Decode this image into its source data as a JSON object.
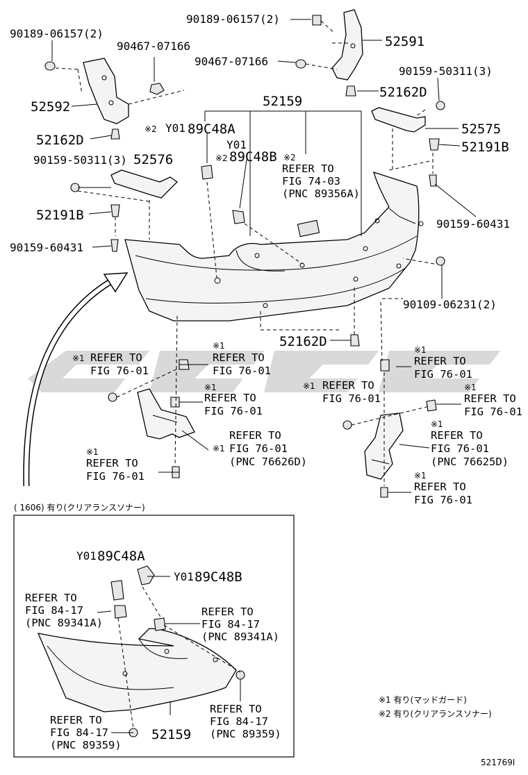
{
  "main": {
    "labels": {
      "p90189_tl": "90189-06157(2)",
      "p90467_l": "90467-07166",
      "p52592": "52592",
      "p52162d_l": "52162D",
      "p90159_l": "90159-50311(3)",
      "p52576": "52576",
      "p52191b_l": "52191B",
      "p90159_60431_l": "90159-60431",
      "p90189_tr": "90189-06157(2)",
      "p52591": "52591",
      "p90467_r": "90467-07166",
      "p90159_r": "90159-50311(3)",
      "p52162d_r": "52162D",
      "p52575": "52575",
      "p52191b_r": "52191B",
      "p90159_60431_r": "90159-60431",
      "p90109": "90109-06231(2)",
      "p52159": "52159",
      "p52162d_b": "52162D",
      "y01a_mark": "※2",
      "y01a_prefix": "Y01",
      "y01a_code": "89C48A",
      "y01b_prefix": "Y01",
      "y01b_mark": "※2",
      "y01b_code": "89C48B",
      "refer74_mark": "※2",
      "refer74_l1": "REFER TO",
      "refer74_l2": "FIG 74-03",
      "refer74_l3": "(PNC 89356A)"
    },
    "refs": [
      {
        "mark": "※1",
        "l1": "REFER TO",
        "l2": "FIG 76-01",
        "l3": ""
      },
      {
        "mark": "※1",
        "l1": "REFER TO",
        "l2": "FIG 76-01",
        "l3": ""
      },
      {
        "mark": "※1",
        "l1": "REFER TO",
        "l2": "FIG 76-01",
        "l3": ""
      },
      {
        "mark": "※1",
        "l1": "REFER TO",
        "l2": "FIG 76-01",
        "l3": "(PNC 76626D)"
      },
      {
        "mark": "※1",
        "l1": "REFER TO",
        "l2": "FIG 76-01",
        "l3": ""
      },
      {
        "mark": "※1",
        "l1": "REFER TO",
        "l2": "FIG 76-01",
        "l3": ""
      },
      {
        "mark": "※1",
        "l1": "REFER TO",
        "l2": "FIG 76-01",
        "l3": ""
      },
      {
        "mark": "※1",
        "l1": "REFER TO",
        "l2": "FIG 76-01",
        "l3": ""
      },
      {
        "mark": "※1",
        "l1": "REFER TO",
        "l2": "FIG 76-01",
        "l3": "(PNC 76625D)"
      },
      {
        "mark": "※1",
        "l1": "REFER TO",
        "l2": "FIG 76-01",
        "l3": ""
      }
    ]
  },
  "inset": {
    "header": "(        1606) 有り(クリアランスソナー)",
    "y01a_prefix": "Y01",
    "y01a_code": "89C48A",
    "y01b_prefix": "Y01",
    "y01b_code": "89C48B",
    "refs": [
      {
        "l1": "REFER TO",
        "l2": "FIG 84-17",
        "l3": "(PNC 89341A)"
      },
      {
        "l1": "REFER TO",
        "l2": "FIG 84-17",
        "l3": "(PNC 89341A)"
      },
      {
        "l1": "REFER TO",
        "l2": "FIG 84-17",
        "l3": "(PNC 89359)"
      },
      {
        "l1": "REFER TO",
        "l2": "FIG 84-17",
        "l3": "(PNC 89359)"
      }
    ],
    "p52159": "52159"
  },
  "footnotes": {
    "n1": "※1 有り(マッドガード)",
    "n2": "※2 有り(クリアランスソナー)"
  },
  "figure_code": "521769I",
  "colors": {
    "line": "#000000",
    "part_fill": "#f4f4f4",
    "watermark": "#b9b9b9"
  }
}
